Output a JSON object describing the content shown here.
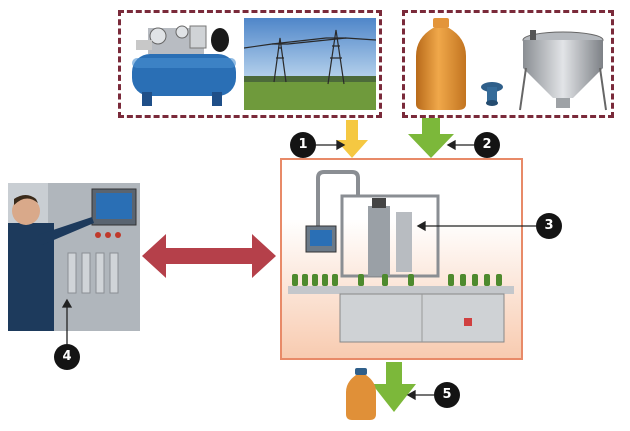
{
  "labels": {
    "n1": "1",
    "n2": "2",
    "n3": "3",
    "n4": "4",
    "n5": "5"
  },
  "colors": {
    "frame": "#7a2a3a",
    "energy_arrow": "#f5c842",
    "material_arrow": "#7cb83a",
    "info_arrow": "#b5404a",
    "machine_bg_top": "#ffffff",
    "machine_bg_bottom": "#f5b08a",
    "machine_border": "#e88a68",
    "badge": "#141414"
  },
  "icons": [
    "air-compressor-icon",
    "power-lines-icon",
    "plastic-bottle-icon",
    "bottle-cap-icon",
    "steel-hopper-icon",
    "filling-machine-icon",
    "operator-panel-icon",
    "filled-bottle-icon"
  ]
}
